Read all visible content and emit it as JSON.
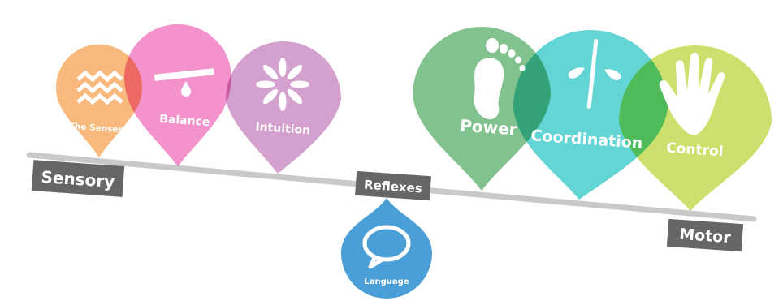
{
  "drops": {
    "senses": {
      "label": "The Senses",
      "icon": "wave-icon",
      "color": "#F8B16F"
    },
    "balance": {
      "label": "Balance",
      "icon": "balance-icon",
      "color": "#F17FC2"
    },
    "intuition": {
      "label": "Intuition",
      "icon": "sparkle-icon",
      "color": "#CC8FC6"
    },
    "power": {
      "label": "Power",
      "icon": "foot-icon",
      "color": "#6BB77A"
    },
    "coordination": {
      "label": "Coordination",
      "icon": "divider-drops-icon",
      "color": "#3DCBCB"
    },
    "control": {
      "label": "Control",
      "icon": "hand-icon",
      "color": "#BED849"
    },
    "language": {
      "label": "Language",
      "icon": "speech-bubble-icon",
      "color": "#4A9FD6"
    }
  },
  "tags": {
    "sensory": "Sensory",
    "reflexes": "Reflexes",
    "motor": "Motor"
  },
  "colors": {
    "beam": "#C9C9C9",
    "tag": "#666666"
  }
}
